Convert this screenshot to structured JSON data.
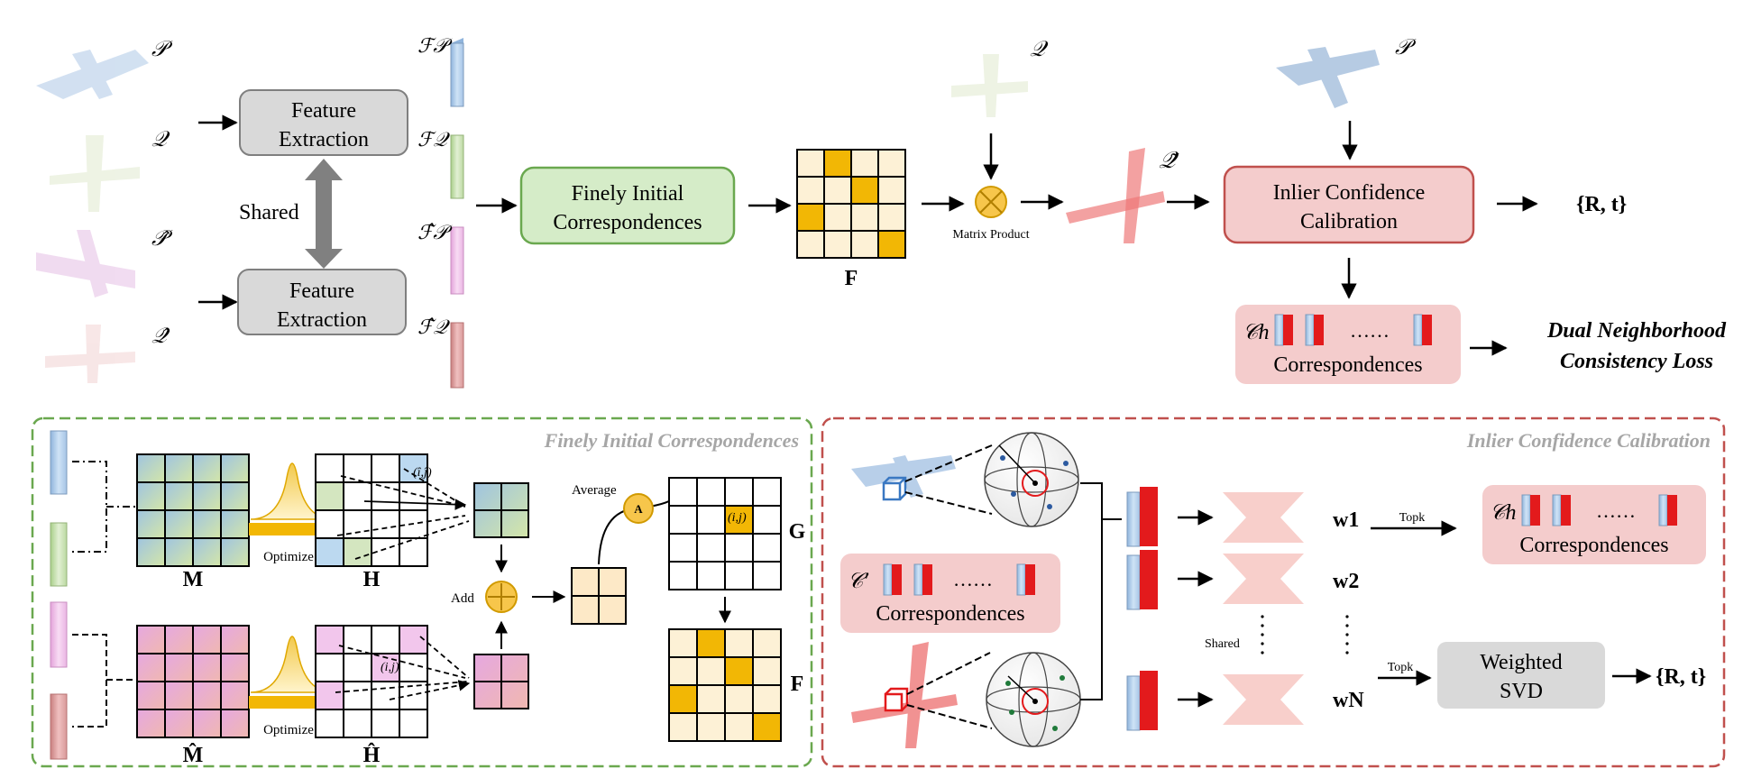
{
  "top": {
    "input_labels": [
      "𝒫",
      "𝒬",
      "𝒫̂",
      "𝒬̂"
    ],
    "feature_extraction_label_line1": "Feature",
    "feature_extraction_label_line2": "Extraction",
    "shared_label": "Shared",
    "feature_labels": [
      "ℱ𝒫",
      "ℱ𝒬",
      "ℱ̂𝒫",
      "ℱ̂𝒬"
    ],
    "fic_line1": "Finely Initial",
    "fic_line2": "Correspondences",
    "matrix_label": "F",
    "matrix_product_label": "Matrix Product",
    "q_label": "𝒬",
    "q_tilde_label": "𝒬̃",
    "p_label": "𝒫",
    "icc_line1": "Inlier Confidence",
    "icc_line2": "Calibration",
    "output_rt": "{R, t}",
    "ch_label": "𝒞h",
    "dots": "……",
    "correspondences_label": "Correspondences",
    "loss_line1": "Dual Neighborhood",
    "loss_line2": "Consistency Loss"
  },
  "bottom_left": {
    "panel_title": "Finely Initial Correspondences",
    "optimize_label": "Optimize",
    "m_label": "M",
    "m_hat_label": "M̂",
    "h_label": "H",
    "h_hat_label": "Ĥ",
    "ij_hat_label": "(î,ĵ)",
    "ij_label": "(i,j)",
    "add_label": "Add",
    "average_label": "Average",
    "a_label": "A",
    "g_label": "G",
    "f_label": "F"
  },
  "bottom_right": {
    "panel_title": "Inlier Confidence Calibration",
    "c_prime_label": "𝒞′",
    "dots": "……",
    "correspondences_label": "Correspondences",
    "shared_label": "Shared",
    "w1": "w1",
    "w2": "w2",
    "wn": "wN",
    "topk_label": "Topk",
    "ch_label": "𝒞h",
    "weighted_line1": "Weighted",
    "weighted_line2": "SVD",
    "output_rt": "{R, t}"
  },
  "colors": {
    "gray_box": "#d9d9d9",
    "green_box": "#d5ecc8",
    "green_border": "#6aa84f",
    "red_box": "#f4cccc",
    "red_border": "#c0504d",
    "orange": "#f2b705",
    "blue_feature": "#b7d3ee",
    "green_feature": "#cfe5b8",
    "pink_feature": "#f2c6ec",
    "rose_feature": "#e6a6a6"
  }
}
